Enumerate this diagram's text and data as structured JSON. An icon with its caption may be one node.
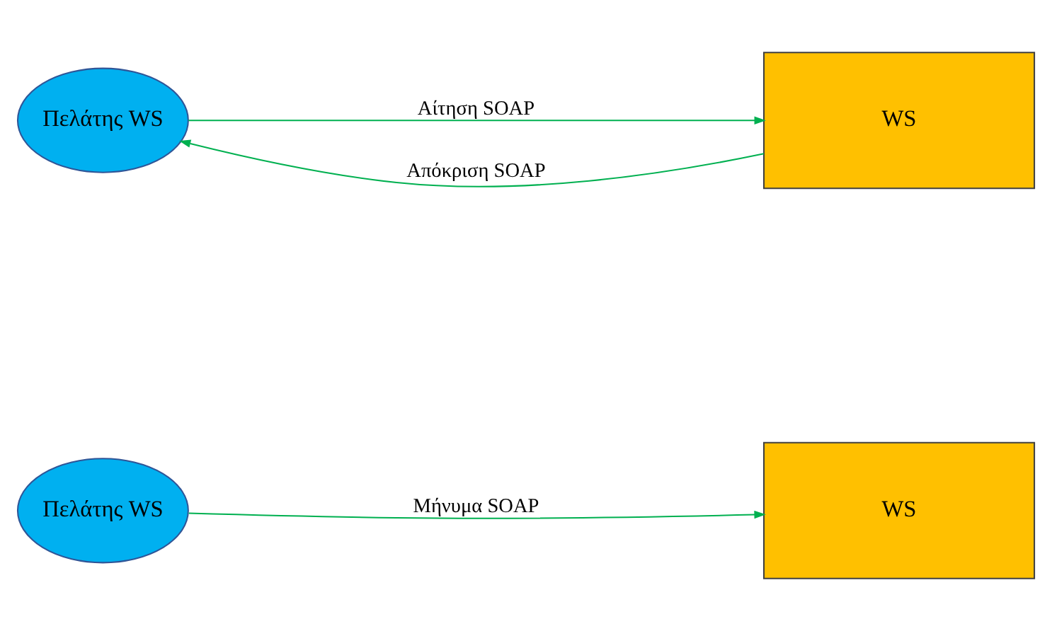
{
  "diagram": {
    "nodes": [
      {
        "text": [
          "Πελάτης WS"
        ]
      },
      {
        "text": [
          "WS"
        ]
      },
      {
        "text": [
          "Πελάτης WS"
        ]
      },
      {
        "text": [
          "WS"
        ]
      }
    ],
    "edges": [
      {
        "from": 0,
        "to": 1,
        "arrow": "to",
        "label": "Μήνυμα SOAP"
      },
      {
        "from": 2,
        "to": 3,
        "arrow": "to",
        "label": "Αίτηση SOAP"
      },
      {
        "from": 3,
        "to": 2,
        "arrow": "to",
        "label": "Απόκριση SOAP"
      }
    ]
  }
}
